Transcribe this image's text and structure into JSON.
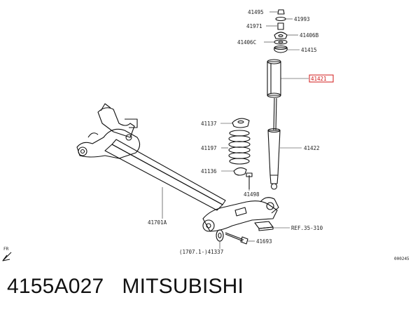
{
  "diagram": {
    "callouts": {
      "p41495": "41495",
      "p41993": "41993",
      "p41971": "41971",
      "p41406b": "41406B",
      "p41406c": "41406C",
      "p41415": "41415",
      "p41421": "41421",
      "p41137": "41137",
      "p41197": "41197",
      "p41422": "41422",
      "p41136": "41136",
      "p41498": "41498",
      "p41701a": "41701A",
      "ref": "REF.35-310",
      "p41693": "41693",
      "p41337": "(1707.1-)41337"
    },
    "direction_label": "FR",
    "diagram_code": "000245"
  },
  "caption": {
    "part_number": "4155A027",
    "brand": "MITSUBISHI"
  },
  "colors": {
    "highlight": "#d01818",
    "line": "#111111"
  }
}
